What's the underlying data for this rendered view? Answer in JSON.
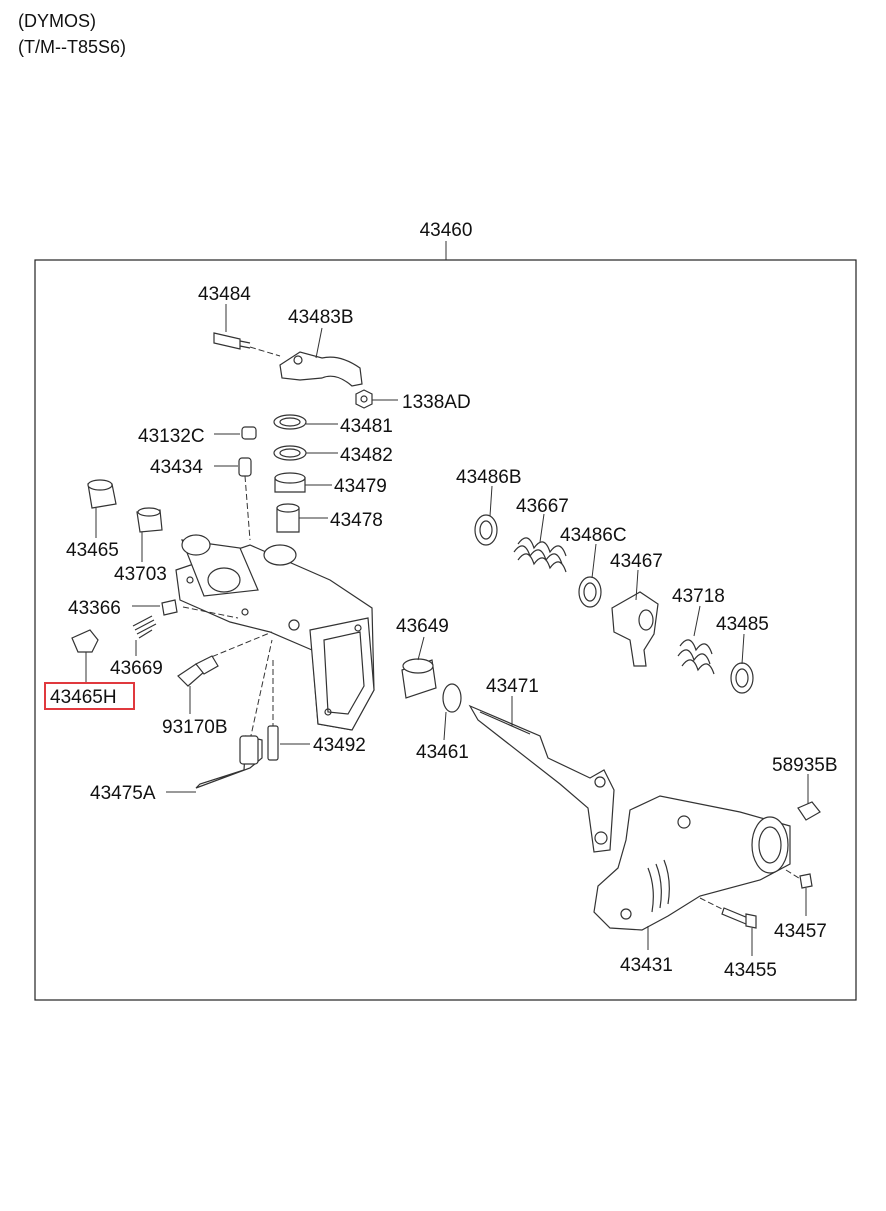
{
  "header": {
    "line1": "(DYMOS)",
    "line2": "(T/M--T85S6)"
  },
  "assembly": {
    "number": "43460"
  },
  "highlight_color": "#e0393e",
  "parts": {
    "p43484": "43484",
    "p43483B": "43483B",
    "p1338AD": "1338AD",
    "p43481": "43481",
    "p43132C": "43132C",
    "p43482": "43482",
    "p43434": "43434",
    "p43479": "43479",
    "p43478": "43478",
    "p43465": "43465",
    "p43703": "43703",
    "p43366": "43366",
    "p43669": "43669",
    "p43465H": "43465H",
    "p93170B": "93170B",
    "p43492": "43492",
    "p43475A": "43475A",
    "p43649": "43649",
    "p43461": "43461",
    "p43471": "43471",
    "p43486B": "43486B",
    "p43667": "43667",
    "p43486C": "43486C",
    "p43467": "43467",
    "p43718": "43718",
    "p43485": "43485",
    "p58935B": "58935B",
    "p43457": "43457",
    "p43431": "43431",
    "p43455": "43455"
  }
}
